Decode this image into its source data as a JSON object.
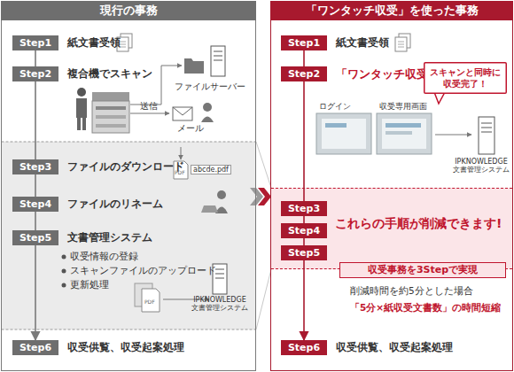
{
  "diagram": {
    "nodes": [
      {
        "text": [
          "現行の事務"
        ]
      },
      {
        "text": [
          "Step1",
          "紙文書受領"
        ],
        "in": 0
      },
      {
        "text": [
          "Step2",
          "複合機でスキャン"
        ],
        "in": 0
      },
      {
        "text": [
          "Step3",
          "ファイルのダウンロード"
        ],
        "in": 0
      },
      {
        "text": [
          "Step4",
          "ファイルのリネーム"
        ],
        "in": 0
      },
      {
        "text": [
          "Step5",
          "文書管理システム"
        ],
        "in": 0
      },
      {
        "text": [
          "Step6",
          "収受供覧、収受起案処理"
        ],
        "in": 0
      },
      {
        "text": [
          "「ワンタッチ収受」を使った事務"
        ]
      },
      {
        "text": [
          "Step1",
          "紙文書受領"
        ],
        "in": 7
      },
      {
        "text": [
          "Step2",
          "「ワンタッチ収受」"
        ],
        "in": 7
      },
      {
        "text": [
          "スキャンと同時に 収受完了！"
        ],
        "in": 7
      },
      {
        "text": [
          "これらの手順が削減できます!"
        ],
        "in": 7
      },
      {
        "text": [
          "Step3"
        ],
        "in": 11
      },
      {
        "text": [
          "Step4"
        ],
        "in": 11
      },
      {
        "text": [
          "Step5"
        ],
        "in": 11
      },
      {
        "text": [
          "収受事務を3Stepで実現",
          "削減時間を約5分とした場合",
          "「5分×紙収受文書数」の時間短縮"
        ],
        "in": 7
      },
      {
        "text": [
          "Step6",
          "収受供覧、収受起案処理"
        ],
        "in": 7
      }
    ],
    "edges": [
      {
        "from": 1,
        "to": 2,
        "arrow": "none"
      },
      {
        "from": 2,
        "to": 3,
        "arrow": "none"
      },
      {
        "from": 3,
        "to": 4,
        "arrow": "none"
      },
      {
        "from": 4,
        "to": 5,
        "arrow": "none"
      },
      {
        "from": 5,
        "to": 6,
        "arrow": "to"
      },
      {
        "from": 8,
        "to": 9,
        "arrow": "none"
      },
      {
        "from": 9,
        "to": 12,
        "arrow": "none"
      },
      {
        "from": 12,
        "to": 13,
        "arrow": "none"
      },
      {
        "from": 13,
        "to": 14,
        "arrow": "none"
      },
      {
        "from": 14,
        "to": 16,
        "arrow": "to"
      }
    ],
    "labels": [
      "ファイルサーバー",
      "送信",
      "メール",
      "PDF",
      "abcde.pdf",
      "収受情報の登録",
      "スキャンファイルのアップロード",
      "更新処理",
      "PDF",
      "IPKNOWLEDGE 文書管理システム",
      "ログイン",
      "収受専用画面",
      "IPKNOWLEDGE 文書管理システム"
    ]
  }
}
